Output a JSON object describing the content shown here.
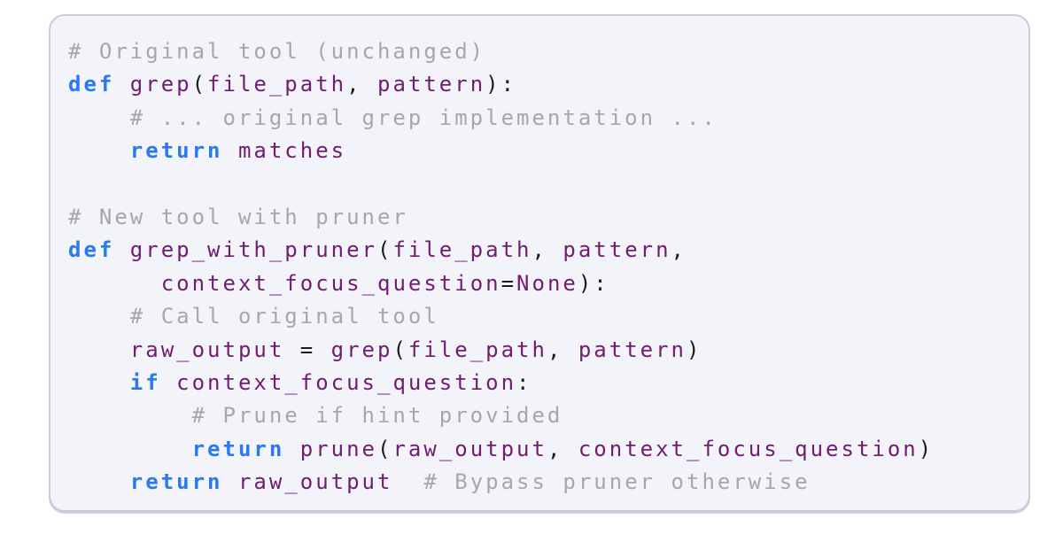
{
  "meta": {
    "content_kind": "python-code-listing"
  },
  "colors": {
    "page_background": "#ffffff",
    "card_background": "#f3f4fa",
    "card_border": "#c9cbd8",
    "comment": "#a6a6ab",
    "keyword": "#2b79ef",
    "identifier": "#701d70",
    "punctuation": "#1c1c1e"
  },
  "code_block": {
    "language": "python",
    "lines": [
      {
        "tokens": [
          {
            "type": "comment",
            "text": "# Original tool (unchanged)"
          }
        ]
      },
      {
        "tokens": [
          {
            "type": "keyword",
            "text": "def "
          },
          {
            "type": "identifier",
            "text": "grep"
          },
          {
            "type": "punct",
            "text": "("
          },
          {
            "type": "identifier",
            "text": "file_path"
          },
          {
            "type": "punct",
            "text": ", "
          },
          {
            "type": "identifier",
            "text": "pattern"
          },
          {
            "type": "punct",
            "text": "):"
          }
        ]
      },
      {
        "tokens": [
          {
            "type": "punct",
            "text": "    "
          },
          {
            "type": "comment",
            "text": "# ... original grep implementation ..."
          }
        ]
      },
      {
        "tokens": [
          {
            "type": "punct",
            "text": "    "
          },
          {
            "type": "keyword",
            "text": "return "
          },
          {
            "type": "identifier",
            "text": "matches"
          }
        ]
      },
      {
        "tokens": []
      },
      {
        "tokens": [
          {
            "type": "comment",
            "text": "# New tool with pruner"
          }
        ]
      },
      {
        "tokens": [
          {
            "type": "keyword",
            "text": "def "
          },
          {
            "type": "identifier",
            "text": "grep_with_pruner"
          },
          {
            "type": "punct",
            "text": "("
          },
          {
            "type": "identifier",
            "text": "file_path"
          },
          {
            "type": "punct",
            "text": ", "
          },
          {
            "type": "identifier",
            "text": "pattern"
          },
          {
            "type": "punct",
            "text": ","
          }
        ]
      },
      {
        "tokens": [
          {
            "type": "punct",
            "text": "      "
          },
          {
            "type": "identifier",
            "text": "context_focus_question"
          },
          {
            "type": "punct",
            "text": "="
          },
          {
            "type": "identifier",
            "text": "None"
          },
          {
            "type": "punct",
            "text": "):"
          }
        ]
      },
      {
        "tokens": [
          {
            "type": "punct",
            "text": "    "
          },
          {
            "type": "comment",
            "text": "# Call original tool"
          }
        ]
      },
      {
        "tokens": [
          {
            "type": "punct",
            "text": "    "
          },
          {
            "type": "identifier",
            "text": "raw_output"
          },
          {
            "type": "punct",
            "text": " = "
          },
          {
            "type": "identifier",
            "text": "grep"
          },
          {
            "type": "punct",
            "text": "("
          },
          {
            "type": "identifier",
            "text": "file_path"
          },
          {
            "type": "punct",
            "text": ", "
          },
          {
            "type": "identifier",
            "text": "pattern"
          },
          {
            "type": "punct",
            "text": ")"
          }
        ]
      },
      {
        "tokens": [
          {
            "type": "punct",
            "text": "    "
          },
          {
            "type": "keyword",
            "text": "if "
          },
          {
            "type": "identifier",
            "text": "context_focus_question"
          },
          {
            "type": "punct",
            "text": ":"
          }
        ]
      },
      {
        "tokens": [
          {
            "type": "punct",
            "text": "        "
          },
          {
            "type": "comment",
            "text": "# Prune if hint provided"
          }
        ]
      },
      {
        "tokens": [
          {
            "type": "punct",
            "text": "        "
          },
          {
            "type": "keyword",
            "text": "return "
          },
          {
            "type": "identifier",
            "text": "prune"
          },
          {
            "type": "punct",
            "text": "("
          },
          {
            "type": "identifier",
            "text": "raw_output"
          },
          {
            "type": "punct",
            "text": ", "
          },
          {
            "type": "identifier",
            "text": "context_focus_question"
          },
          {
            "type": "punct",
            "text": ")"
          }
        ]
      },
      {
        "tokens": [
          {
            "type": "punct",
            "text": "    "
          },
          {
            "type": "keyword",
            "text": "return "
          },
          {
            "type": "identifier",
            "text": "raw_output"
          },
          {
            "type": "punct",
            "text": "  "
          },
          {
            "type": "comment",
            "text": "# Bypass pruner otherwise"
          }
        ]
      }
    ]
  }
}
